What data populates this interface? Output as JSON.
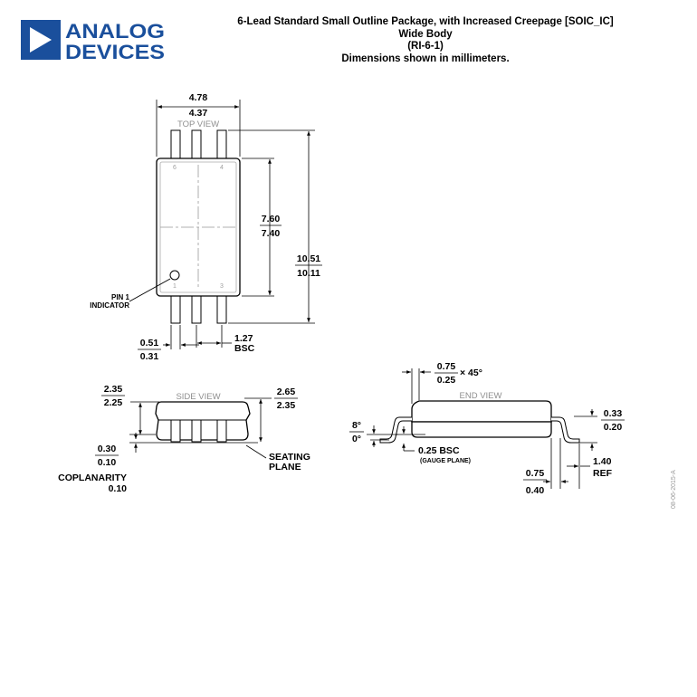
{
  "logo": {
    "line1": "ANALOG",
    "line2": "DEVICES",
    "color": "#1a4f9c"
  },
  "header": {
    "title": "6-Lead Standard Small Outline Package, with Increased Creepage [SOIC_IC]",
    "line2": "Wide Body",
    "line3": "(RI-6-1)",
    "line4": "Dimensions shown in millimeters."
  },
  "top_view": {
    "label": "TOP VIEW",
    "width_max": "4.78",
    "width_min": "4.37",
    "body_max": "7.60",
    "body_min": "7.40",
    "overall_max": "10.51",
    "overall_min": "10.11",
    "lead_width_max": "0.51",
    "lead_width_min": "0.31",
    "pitch": "1.27",
    "pitch_suffix": "BSC",
    "pin1_line1": "PIN 1",
    "pin1_line2": "INDICATOR",
    "pin_numbers": [
      "6",
      "4",
      "1",
      "3"
    ]
  },
  "side_view": {
    "label": "SIDE VIEW",
    "height_left_max": "2.35",
    "height_left_min": "2.25",
    "height_right_max": "2.65",
    "height_right_min": "2.35",
    "standoff_max": "0.30",
    "standoff_min": "0.10",
    "seating_line1": "SEATING",
    "seating_line2": "PLANE",
    "coplanarity_label": "COPLANARITY",
    "coplanarity_value": "0.10"
  },
  "end_view": {
    "label": "END VIEW",
    "chamfer_max": "0.75",
    "chamfer_min": "0.25",
    "chamfer_suffix": "× 45°",
    "angle_max": "8°",
    "angle_min": "0°",
    "gauge": "0.25 BSC",
    "gauge_note": "(GAUGE PLANE)",
    "lead_thick_max": "0.33",
    "lead_thick_min": "0.20",
    "foot_max": "0.75",
    "foot_min": "0.40",
    "lead_ref": "1.40",
    "lead_ref_suffix": "REF"
  },
  "doc_ref": "08-06-2015-A"
}
